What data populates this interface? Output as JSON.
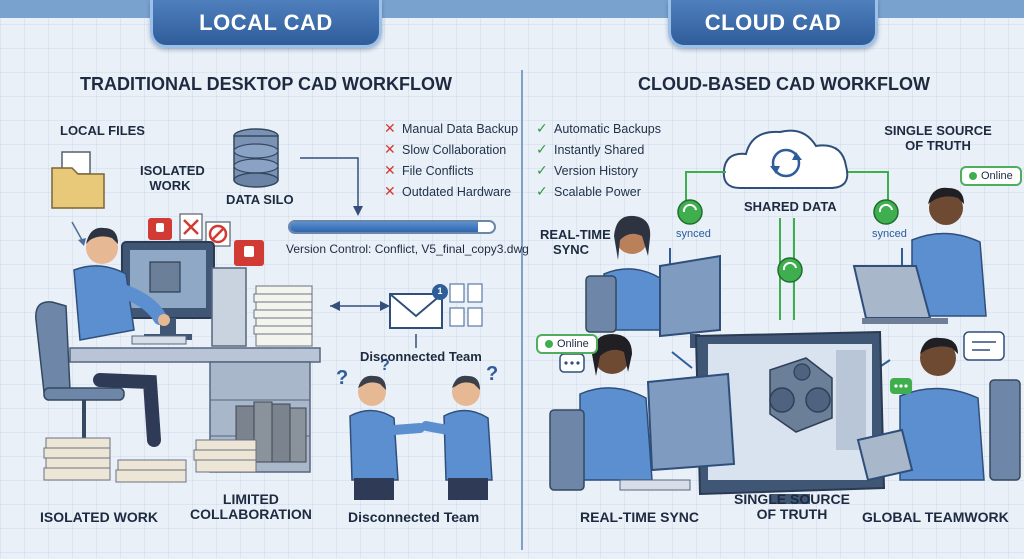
{
  "tabs": {
    "local": "LOCAL CAD",
    "cloud": "CLOUD CAD"
  },
  "left": {
    "title": "TRADITIONAL DESKTOP CAD WORKFLOW",
    "local_files": "LOCAL FILES",
    "isolated_work_top_1": "ISOLATED",
    "isolated_work_top_2": "WORK",
    "data_silo": "DATA SILO",
    "problems": [
      "Manual Data Backup",
      "Slow Collaboration",
      "File Conflicts",
      "Outdated Hardware"
    ],
    "version_control": "Version Control: Conflict, V5_final_copy3.dwg",
    "mail_count": "1",
    "disconnected_mid": "Disconnected Team",
    "bottom_isolated": "ISOLATED WORK",
    "bottom_limited_1": "LIMITED",
    "bottom_limited_2": "COLLABORATION",
    "bottom_disconnected": "Disconnected Team"
  },
  "right": {
    "title": "CLOUD-BASED CAD WORKFLOW",
    "benefits": [
      "Automatic Backups",
      "Instantly Shared",
      "Version History",
      "Scalable Power"
    ],
    "single_source_top_1": "SINGLE SOURCE",
    "single_source_top_2": "OF TRUTH",
    "shared_data": "SHARED DATA",
    "synced_left": "synced",
    "synced_right": "synced",
    "realtime_1": "REAL-TIME",
    "realtime_2": "SYNC",
    "online_top": "Online",
    "online_left": "Online",
    "bottom_realtime": "REAL-TIME SYNC",
    "bottom_single_1": "SINGLE SOURCE",
    "bottom_single_2": "OF TRUTH",
    "bottom_global": "GLOBAL TEAMWORK"
  },
  "colors": {
    "accent_blue": "#2f5d9a",
    "error_red": "#d23b34",
    "success_green": "#2f9a46",
    "shirt_blue": "#5b8fd0"
  },
  "progress": {
    "fill_percent": 92
  }
}
